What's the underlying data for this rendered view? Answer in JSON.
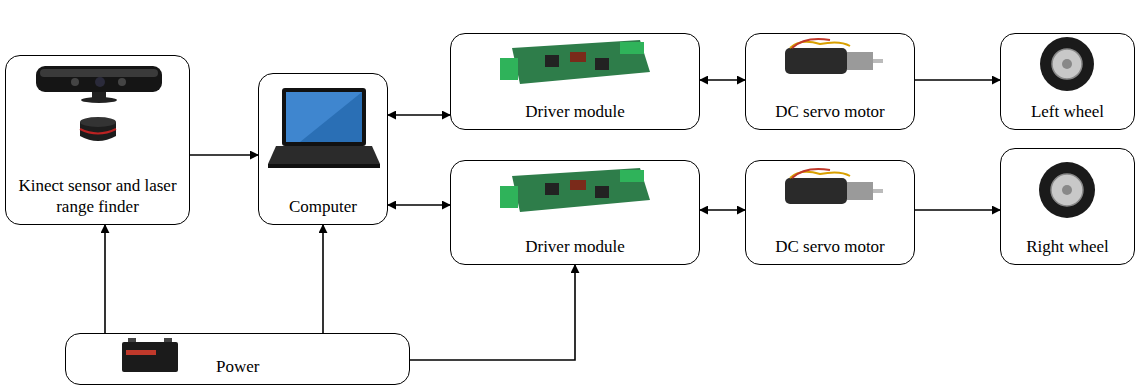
{
  "diagram": {
    "nodes": [
      {
        "text": [
          "Kinect sensor and laser range finder"
        ]
      },
      {
        "text": [
          "Computer"
        ]
      },
      {
        "text": [
          "Driver module"
        ]
      },
      {
        "text": [
          "DC servo motor"
        ]
      },
      {
        "text": [
          "Left wheel"
        ]
      },
      {
        "text": [
          "Driver module"
        ]
      },
      {
        "text": [
          "DC servo motor"
        ]
      },
      {
        "text": [
          "Right wheel"
        ]
      },
      {
        "text": [
          "Power"
        ]
      }
    ],
    "edges": [
      {
        "from": 0,
        "to": 1,
        "arrow": "to"
      },
      {
        "from": 1,
        "to": 2,
        "arrow": "both"
      },
      {
        "from": 1,
        "to": 5,
        "arrow": "both"
      },
      {
        "from": 2,
        "to": 3,
        "arrow": "both"
      },
      {
        "from": 3,
        "to": 4,
        "arrow": "to"
      },
      {
        "from": 5,
        "to": 6,
        "arrow": "both"
      },
      {
        "from": 6,
        "to": 7,
        "arrow": "to"
      },
      {
        "from": 8,
        "to": 0,
        "arrow": "to"
      },
      {
        "from": 8,
        "to": 1,
        "arrow": "to"
      },
      {
        "from": 8,
        "to": 5,
        "arrow": "to"
      }
    ]
  }
}
